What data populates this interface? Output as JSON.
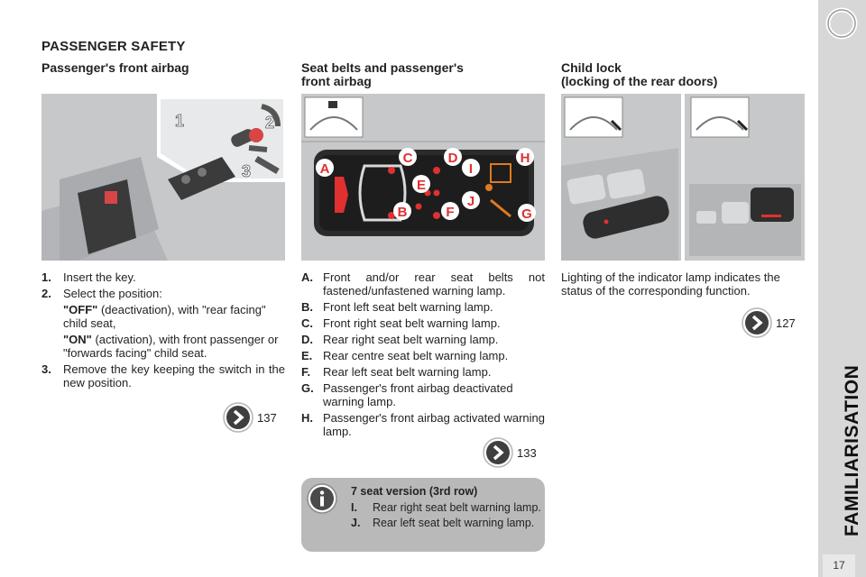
{
  "sidebar": {
    "label": "FAMILIARISATION",
    "page_number": "17"
  },
  "section_title": "PASSENGER SAFETY",
  "col1": {
    "heading": "Passenger's front airbag",
    "figure_labels": [
      "1",
      "2",
      "3"
    ],
    "steps": [
      {
        "key": "1.",
        "text": "Insert the key."
      },
      {
        "key": "2.",
        "text": "Select the position:"
      }
    ],
    "off": {
      "label": "\"OFF\"",
      "text": "(deactivation), with \"rear facing\" child seat,"
    },
    "on": {
      "label": "\"ON\"",
      "text": "(activation), with front passenger or \"forwards facing\" child seat."
    },
    "step3": {
      "key": "3.",
      "text": "Remove the key keeping the switch in the new position."
    },
    "xref": "137"
  },
  "col2": {
    "heading_line1": "Seat belts and passenger's",
    "heading_line2": "front airbag",
    "figure_labels": [
      "A",
      "B",
      "C",
      "D",
      "E",
      "F",
      "G",
      "H",
      "I",
      "J"
    ],
    "items": [
      {
        "key": "A.",
        "text": "Front and/or rear seat belts not fastened/unfastened warning lamp."
      },
      {
        "key": "B.",
        "text": "Front left seat belt warning lamp."
      },
      {
        "key": "C.",
        "text": "Front right seat belt warning lamp."
      },
      {
        "key": "D.",
        "text": "Rear right seat belt warning lamp."
      },
      {
        "key": "E.",
        "text": "Rear centre seat belt warning lamp."
      },
      {
        "key": "F.",
        "text": "Rear left seat belt warning lamp."
      },
      {
        "key": "G.",
        "text": "Passenger's front airbag deactivated warning lamp."
      },
      {
        "key": "H.",
        "text": "Passenger's front airbag activated warning lamp."
      }
    ],
    "xref": "133",
    "info": {
      "title": "7 seat version (3rd row)",
      "items": [
        {
          "key": "I.",
          "text": "Rear right seat belt warning lamp."
        },
        {
          "key": "J.",
          "text": "Rear left seat belt warning lamp."
        }
      ]
    }
  },
  "col3": {
    "heading_line1": "Child lock",
    "heading_line2": "(locking of the rear doors)",
    "text": "Lighting of the indicator lamp indicates the status of the corresponding function.",
    "xref": "127"
  },
  "colors": {
    "sidebar": "#d7d7d7",
    "info_box": "#b9b9b9",
    "warning_red": "#e03030",
    "panel_dark": "#2b2b2b"
  }
}
